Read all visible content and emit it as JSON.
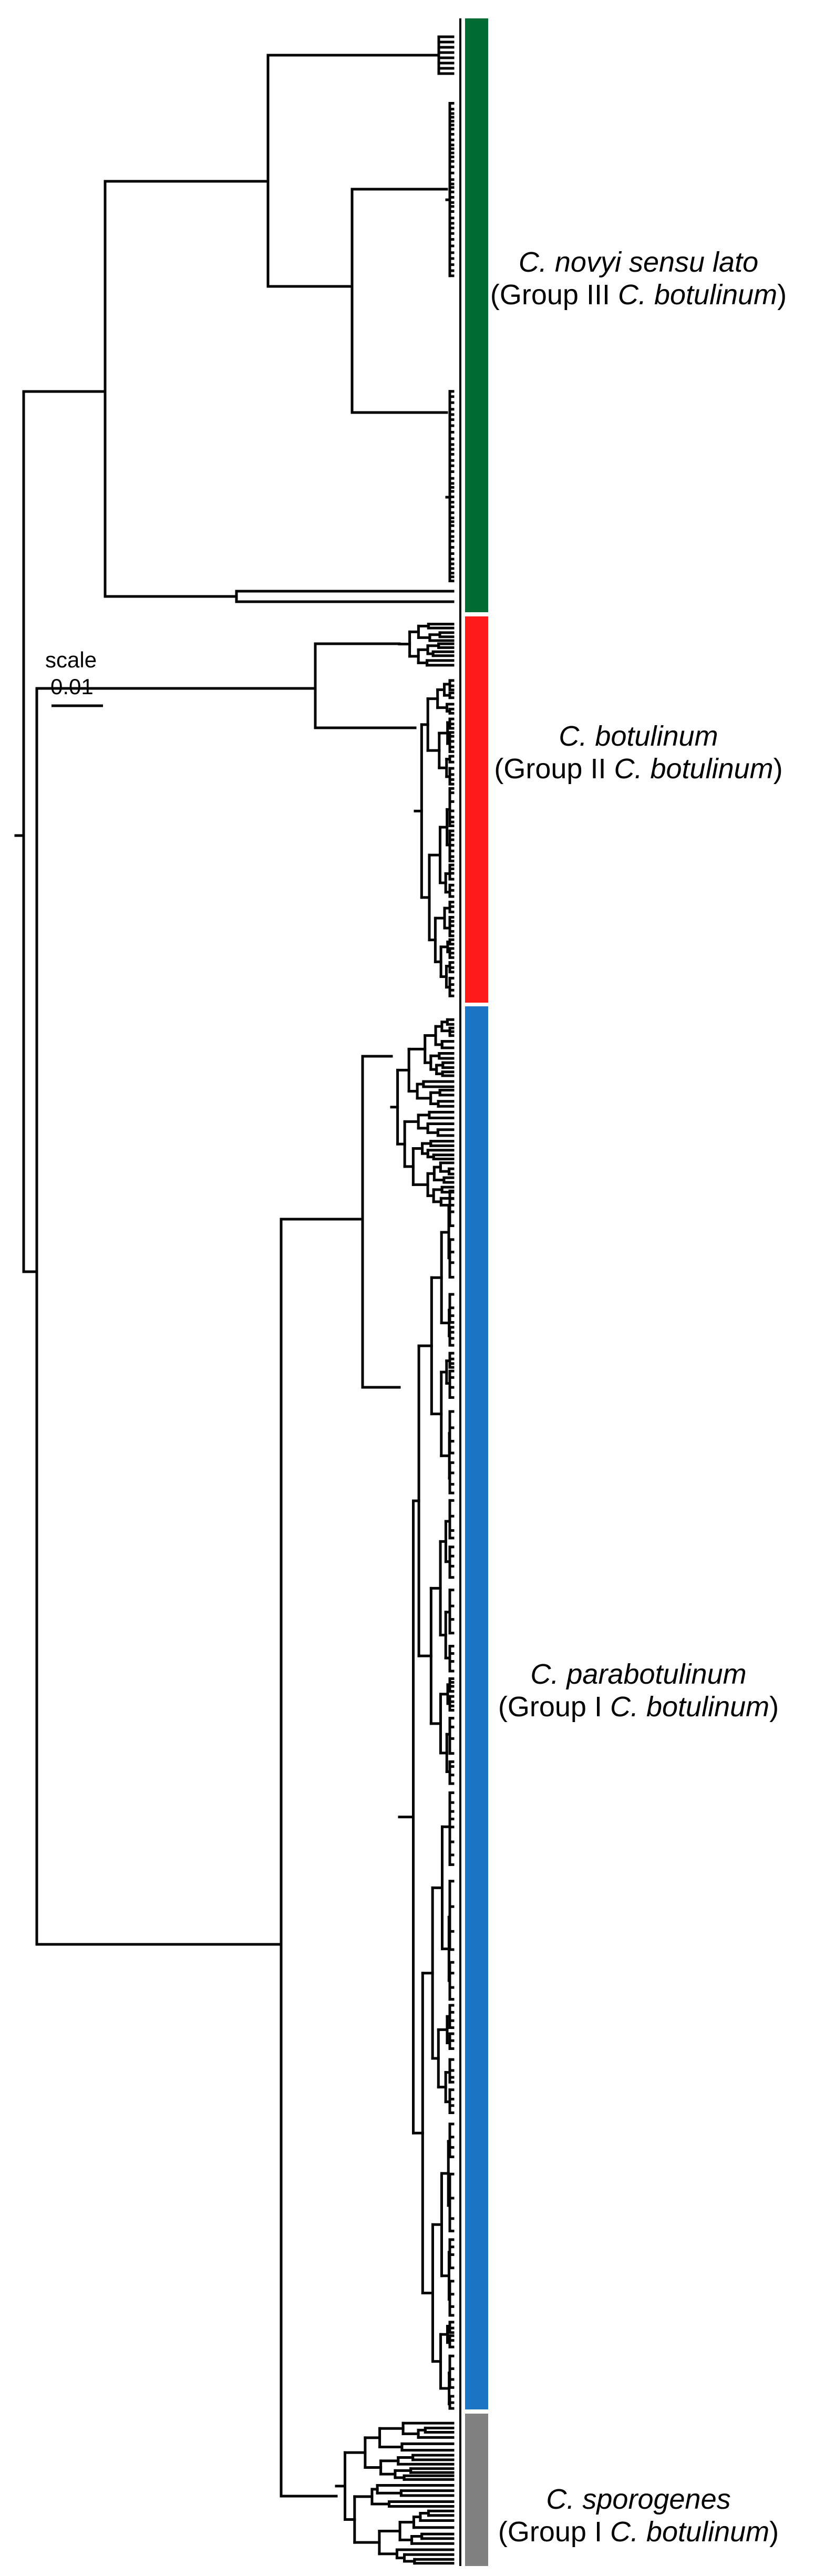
{
  "scale": {
    "title": "scale",
    "value": "0.01"
  },
  "clades": [
    {
      "id": "novyi",
      "species": "C. novyi sensu lato",
      "group_prefix": "(Group III ",
      "group_species": "C. botulinum",
      "group_suffix": ")",
      "color": "#006B32"
    },
    {
      "id": "botulinum",
      "species": "C. botulinum",
      "group_prefix": "(Group II ",
      "group_species": "C. botulinum",
      "group_suffix": ")",
      "color": "#FF1A1A"
    },
    {
      "id": "parabotulinum",
      "species": "C. parabotulinum",
      "group_prefix": "(Group I ",
      "group_species": "C. botulinum",
      "group_suffix": ")",
      "color": "#1B75C4"
    },
    {
      "id": "sporogenes",
      "species": "C. sporogenes",
      "group_prefix": "(Group I ",
      "group_species": "C. botulinum",
      "group_suffix": ")",
      "color": "#808080"
    }
  ]
}
